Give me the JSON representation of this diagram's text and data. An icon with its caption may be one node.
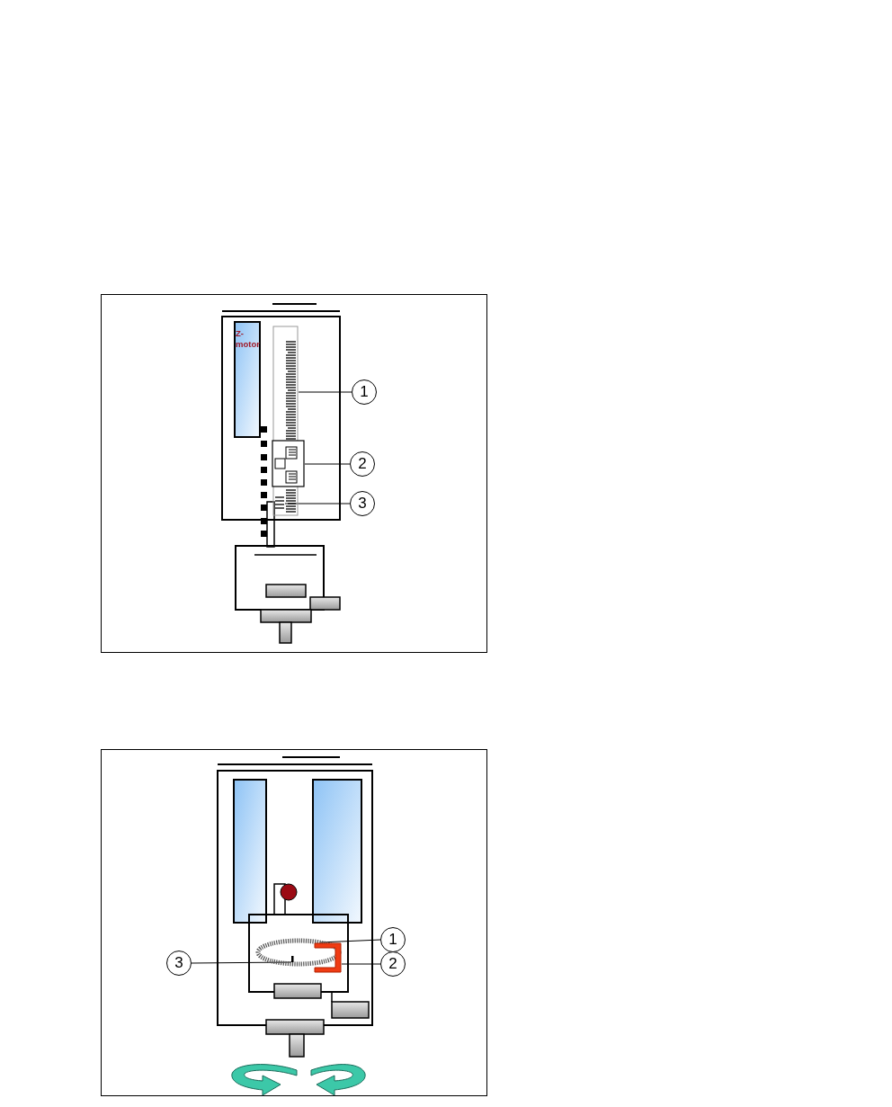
{
  "diagram": {
    "nodes": [
      {
        "text": [
          "1"
        ]
      },
      {
        "text": [],
        "shape": "bar"
      },
      {
        "text": [
          "2"
        ]
      },
      {
        "text": [],
        "shape": "box"
      },
      {
        "text": [
          "3"
        ]
      },
      {
        "text": [],
        "shape": "line",
        "in": 1
      },
      {
        "text": [
          "1"
        ]
      },
      {
        "text": [],
        "shape": "circle"
      },
      {
        "text": [
          "2"
        ]
      },
      {
        "text": [],
        "shape": "bracket"
      },
      {
        "text": [
          "3"
        ]
      },
      {
        "text": [],
        "shape": "line",
        "in": 7
      }
    ],
    "edges": [
      {
        "from": 0,
        "to": 1,
        "arrow": "none"
      },
      {
        "from": 2,
        "to": 3,
        "arrow": "none"
      },
      {
        "from": 4,
        "to": 5,
        "arrow": "none"
      },
      {
        "from": 6,
        "to": 7,
        "arrow": "none"
      },
      {
        "from": 8,
        "to": 9,
        "arrow": "none"
      },
      {
        "from": 10,
        "to": 11,
        "arrow": "none"
      }
    ],
    "labels": [
      "Z-motor"
    ]
  }
}
